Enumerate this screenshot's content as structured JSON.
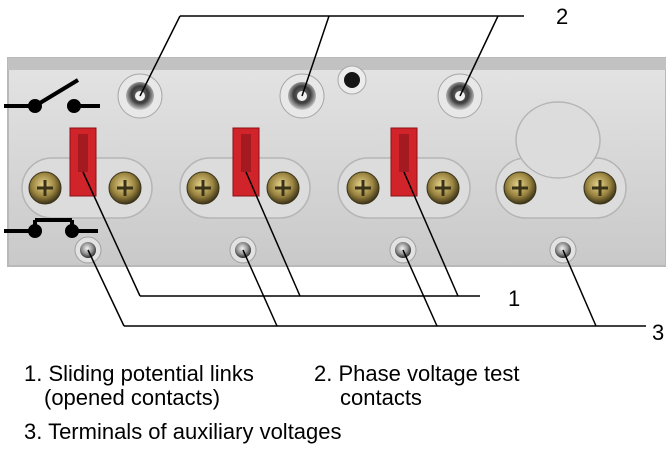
{
  "callouts": {
    "one": "1",
    "two": "2",
    "three": "3"
  },
  "legend": {
    "item1_line1": "1. Sliding potential links",
    "item1_line2": "(opened contacts)",
    "item2_line1": "2. Phase voltage test",
    "item2_line2": "contacts",
    "item3": "3. Terminals of auxiliary voltages"
  },
  "colors": {
    "panel": "#d6d6d6",
    "panel_edge": "#b9b9b9",
    "link_red": "#d1232a",
    "screw_brass": "#9a8440",
    "leader": "#000000"
  }
}
